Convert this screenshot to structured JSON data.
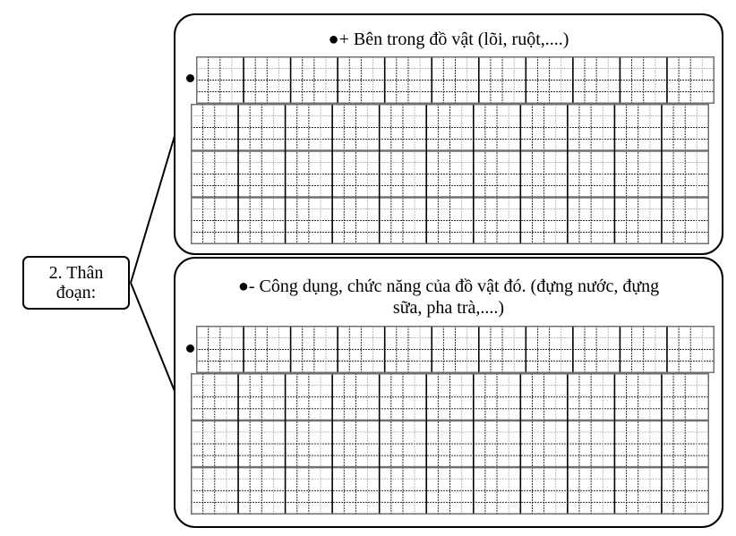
{
  "label": {
    "line1": "2. Thân",
    "line2": "đoạn:"
  },
  "sections": [
    {
      "title": "●+ Bên trong đồ vật (lõi, ruột,....)",
      "top_grid": {
        "columns": 11,
        "rows": 1
      },
      "main_grid": {
        "columns": 11,
        "rows": 3
      }
    },
    {
      "title_line1": "●- Công dụng, chức năng của đồ vật đó. (đựng nước, đựng",
      "title_line2": "sữa, pha trà,....)",
      "top_grid": {
        "columns": 11,
        "rows": 1
      },
      "main_grid": {
        "columns": 11,
        "rows": 3
      }
    }
  ],
  "colors": {
    "outline": "#000000",
    "cell_border": "#707070",
    "dashed_dark": "#333333",
    "dashed_light": "#bbbbbb"
  }
}
